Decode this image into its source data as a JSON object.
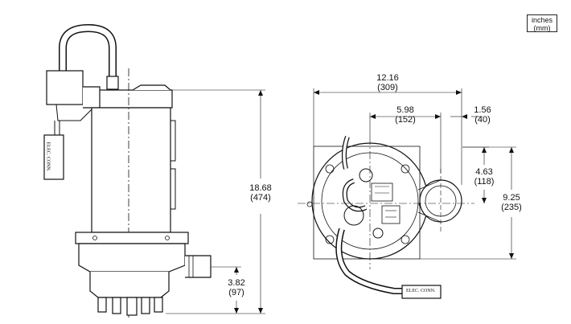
{
  "units_legend": {
    "line1": "inches",
    "line2": "(mm)"
  },
  "side_view": {
    "height": {
      "in": "18.68",
      "mm": "(474)"
    },
    "base_height": {
      "in": "3.82",
      "mm": "(97)"
    },
    "cord_label": "ELEC. CONN."
  },
  "top_view": {
    "overall_width": {
      "in": "12.16",
      "mm": "(309)"
    },
    "center_to_discharge": {
      "in": "5.98",
      "mm": "(152)"
    },
    "discharge_offset": {
      "in": "1.56",
      "mm": "(40)"
    },
    "discharge_to_center": {
      "in": "4.63",
      "mm": "(118)"
    },
    "overall_depth": {
      "in": "9.25",
      "mm": "(235)"
    },
    "cord_label": "ELEC. CONN."
  }
}
